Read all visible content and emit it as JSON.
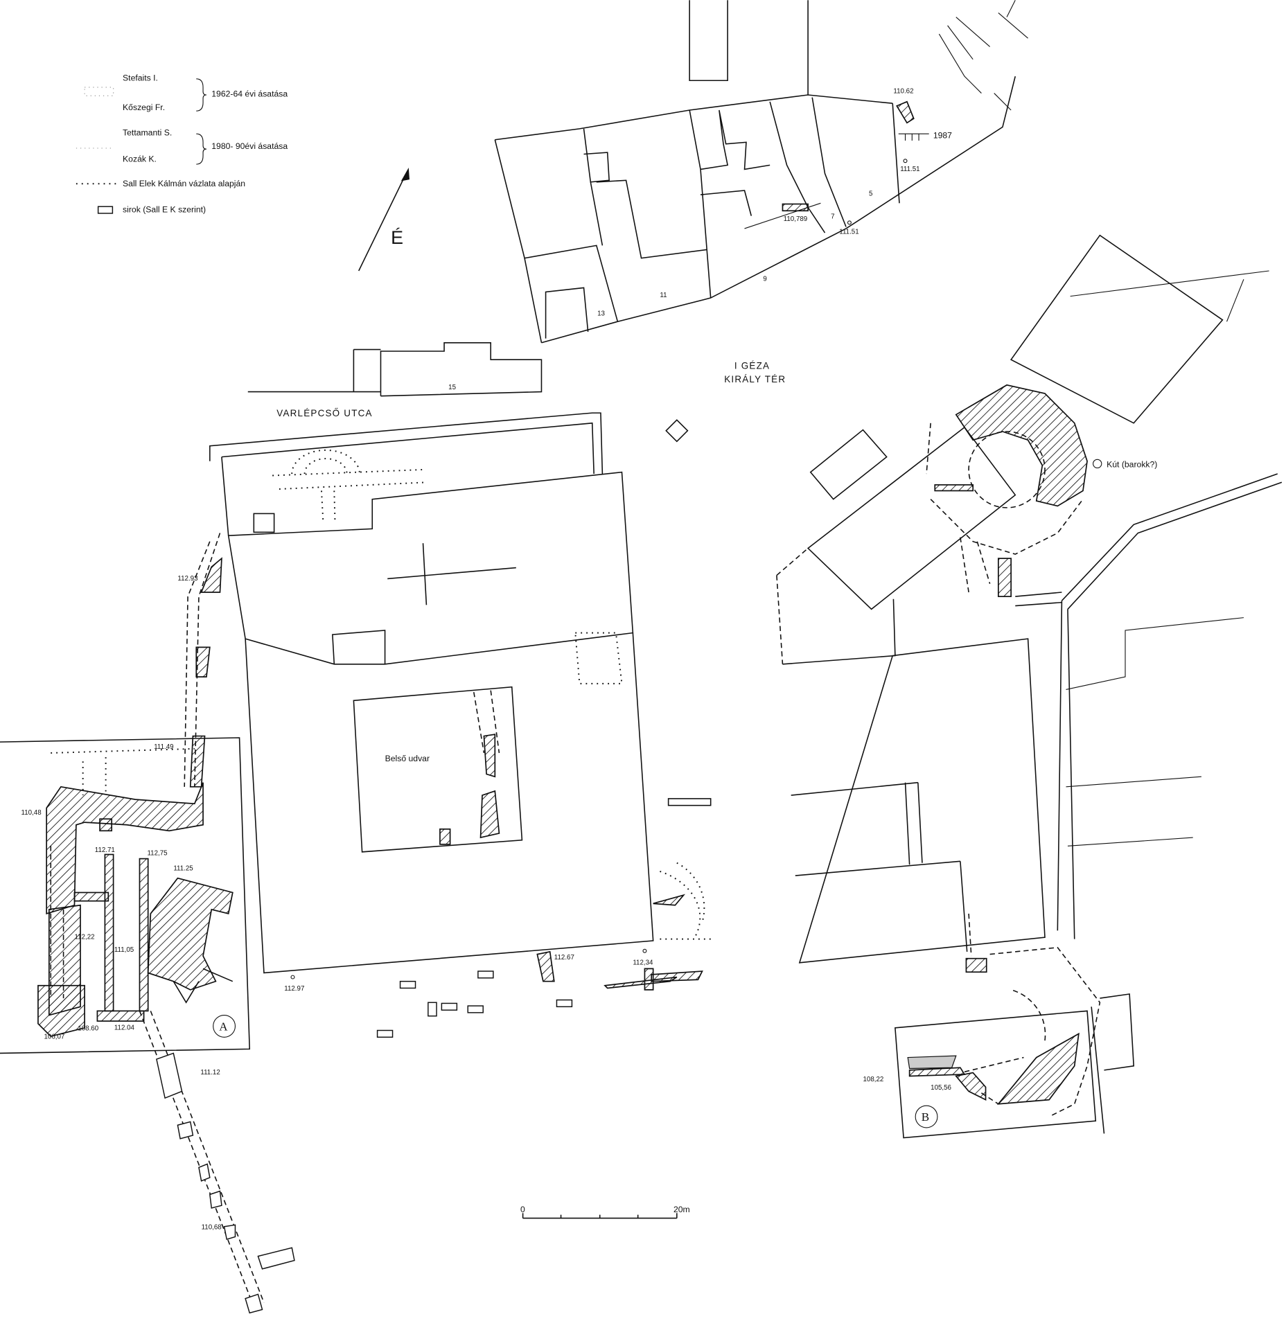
{
  "legend": {
    "stefaits": "Stefaits I.",
    "koszegi": "Kőszegi Fr.",
    "period1": "1962-64 évi ásatása",
    "tettamanti": "Tettamanti S.",
    "kozak": "Kozák K.",
    "period2": "1980- 90évi ásatása",
    "sall": "Sall Elek Kálmán vázlata alapján",
    "graves": "sirok (Sall E K szerint)"
  },
  "north_label": "É",
  "streets": {
    "varlepcso": "VARLÉPCSŐ  UTCA",
    "geza1": "I GÉZA",
    "geza2": "KIRÁLY TÉR"
  },
  "parcels": [
    "15",
    "13",
    "11",
    "9",
    "7",
    "5"
  ],
  "year_1987": "1987",
  "well": "Kút (barokk?)",
  "courtyard": "Belső udvar",
  "areas": {
    "a": "A",
    "b": "B"
  },
  "elevations": {
    "e11062": "110.62",
    "e11151a": "111.51",
    "e11151b": "111.51",
    "e110789": "110,789",
    "e11293": "112.93",
    "e11149": "111.49",
    "e11048": "110,48",
    "e11271": "112.71",
    "e11275": "112,75",
    "e11125": "111.25",
    "e11222": "112,22",
    "e11105": "111,05",
    "e10607": "106,07",
    "e10860": "108.60",
    "e11204": "112.04",
    "e11112": "111.12",
    "e11068": "110,68",
    "e11297": "112.97",
    "e11267": "112.67",
    "e11234": "112,34",
    "e10822": "108,22",
    "e10556": "105,56"
  },
  "scale": {
    "zero": "0",
    "end": "20m"
  }
}
